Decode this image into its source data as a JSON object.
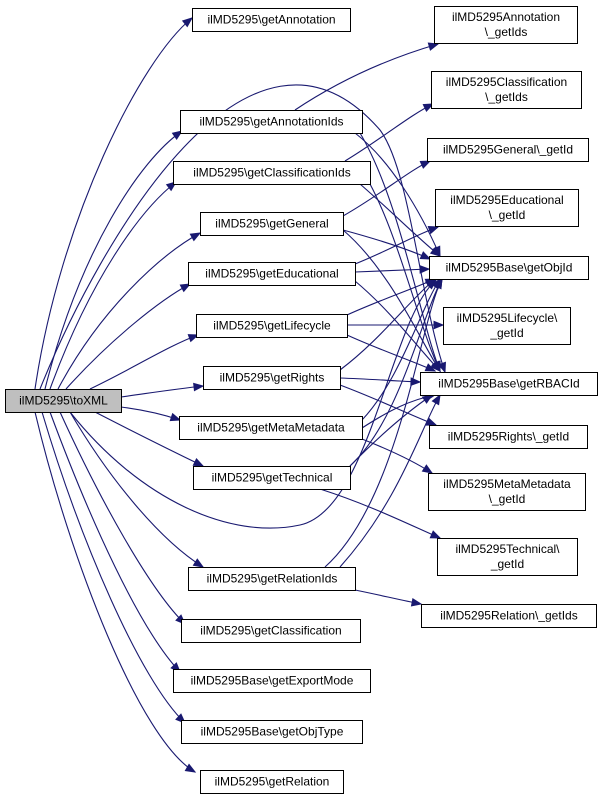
{
  "diagram": {
    "edge_color": "#191970",
    "root_fill": "#bfbfbf",
    "nodes": {
      "root": [
        "ilMD5295\\toXML"
      ],
      "getAnnotation": [
        "ilMD5295\\getAnnotation"
      ],
      "getAnnotationIds": [
        "ilMD5295\\getAnnotationIds"
      ],
      "getClassificationIds": [
        "ilMD5295\\getClassificationIds"
      ],
      "getGeneral": [
        "ilMD5295\\getGeneral"
      ],
      "getEducational": [
        "ilMD5295\\getEducational"
      ],
      "getLifecycle": [
        "ilMD5295\\getLifecycle"
      ],
      "getRights": [
        "ilMD5295\\getRights"
      ],
      "getMetaMetadata": [
        "ilMD5295\\getMetaMetadata"
      ],
      "getTechnical": [
        "ilMD5295\\getTechnical"
      ],
      "getRelationIds": [
        "ilMD5295\\getRelationIds"
      ],
      "getClassification": [
        "ilMD5295\\getClassification"
      ],
      "getExportMode": [
        "ilMD5295Base\\getExportMode"
      ],
      "getObjType": [
        "ilMD5295Base\\getObjType"
      ],
      "getRelation": [
        "ilMD5295\\getRelation"
      ],
      "annotation_getIds": [
        "ilMD5295Annotation",
        "\\_getIds"
      ],
      "classification_getIds": [
        "ilMD5295Classification",
        "\\_getIds"
      ],
      "general_getId": [
        "ilMD5295General\\_getId"
      ],
      "educational_getId": [
        "ilMD5295Educational",
        "\\_getId"
      ],
      "getObjId": [
        "ilMD5295Base\\getObjId"
      ],
      "lifecycle_getId": [
        "ilMD5295Lifecycle\\",
        "_getId"
      ],
      "getRBACId": [
        "ilMD5295Base\\getRBACId"
      ],
      "rights_getId": [
        "ilMD5295Rights\\_getId"
      ],
      "metametadata_getId": [
        "ilMD5295MetaMetadata",
        "\\_getId"
      ],
      "technical_getId": [
        "ilMD5295Technical\\",
        "_getId"
      ],
      "relation_getIds": [
        "ilMD5295Relation\\_getIds"
      ]
    }
  }
}
